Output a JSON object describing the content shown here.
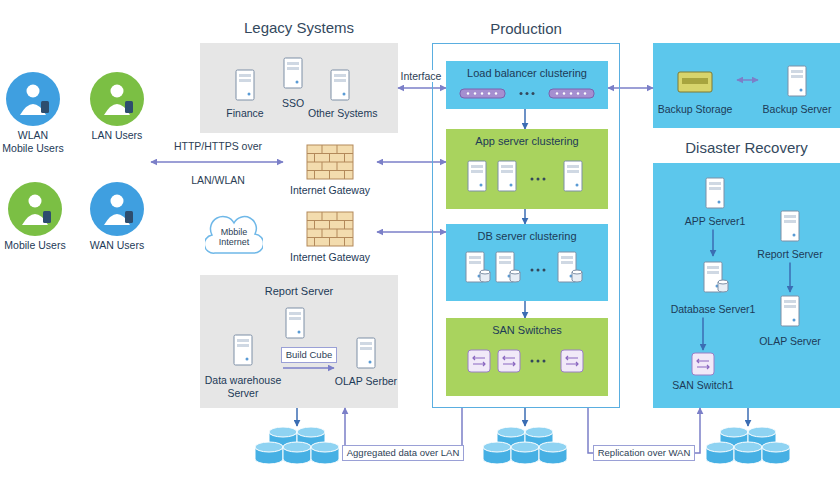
{
  "diagram": {
    "nodes": [
      {
        "text": [
          "Legacy Systems"
        ]
      },
      {
        "text": [
          "Finance"
        ],
        "in": 0
      },
      {
        "text": [
          "SSO"
        ],
        "in": 0
      },
      {
        "text": [
          "Other Systems"
        ],
        "in": 0
      },
      {
        "text": [
          "Production"
        ]
      },
      {
        "text": [
          "Load balancer clustering"
        ],
        "in": 4
      },
      {
        "text": [
          "App server clustering"
        ],
        "in": 4
      },
      {
        "text": [
          "DB server clustering"
        ],
        "in": 4
      },
      {
        "text": [
          "SAN Switches"
        ],
        "in": 4
      },
      {
        "text": [
          "Backup Storage"
        ]
      },
      {
        "text": [
          "Backup Server"
        ]
      },
      {
        "text": [
          "Disaster Recovery"
        ]
      },
      {
        "text": [
          "APP Server1"
        ],
        "in": 11
      },
      {
        "text": [
          "Database Server1"
        ],
        "in": 11
      },
      {
        "text": [
          "SAN Switch1"
        ],
        "in": 11
      },
      {
        "text": [
          "Report Server"
        ],
        "in": 11
      },
      {
        "text": [
          "OLAP Server"
        ],
        "in": 11
      },
      {
        "text": [
          "WLAN Mobile Users"
        ]
      },
      {
        "text": [
          "LAN Users"
        ]
      },
      {
        "text": [
          "Mobile Users"
        ]
      },
      {
        "text": [
          "WAN Users"
        ]
      },
      {
        "text": [
          "Internet Gateway"
        ]
      },
      {
        "text": [
          "Mbbile Internet"
        ]
      },
      {
        "text": [
          "Internet Gateway"
        ]
      },
      {
        "text": [
          "Report Server"
        ]
      },
      {
        "text": [
          "Data warehouse Server"
        ],
        "in": 24
      },
      {
        "text": [
          "OLAP Serber"
        ],
        "in": 24
      }
    ],
    "edges": [
      {
        "from": 0,
        "to": 5,
        "label": "Interface",
        "arrow": "both"
      },
      {
        "from": 18,
        "to": 21,
        "label": "HTTP/HTTPS over LAN/WLAN",
        "arrow": "both"
      },
      {
        "from": 21,
        "to": 6,
        "arrow": "both"
      },
      {
        "from": 23,
        "to": 7,
        "arrow": "both"
      },
      {
        "from": 5,
        "to": 9,
        "arrow": "both"
      },
      {
        "from": 9,
        "to": 10,
        "arrow": "both"
      },
      {
        "from": 5,
        "to": 6,
        "arrow": "to"
      },
      {
        "from": 6,
        "to": 7,
        "arrow": "to"
      },
      {
        "from": 7,
        "to": 8,
        "arrow": "to"
      },
      {
        "from": 12,
        "to": 13,
        "arrow": "to"
      },
      {
        "from": 13,
        "to": 14,
        "arrow": "to"
      },
      {
        "from": 15,
        "to": 16,
        "arrow": "to"
      },
      {
        "from": 25,
        "to": 26,
        "label": "Build Cube",
        "arrow": "to"
      },
      {
        "from": 4,
        "to": 24,
        "label": "Aggregated data over LAN",
        "arrow": "to"
      },
      {
        "from": 4,
        "to": 11,
        "label": "Replication over WAN",
        "arrow": "to"
      }
    ]
  }
}
